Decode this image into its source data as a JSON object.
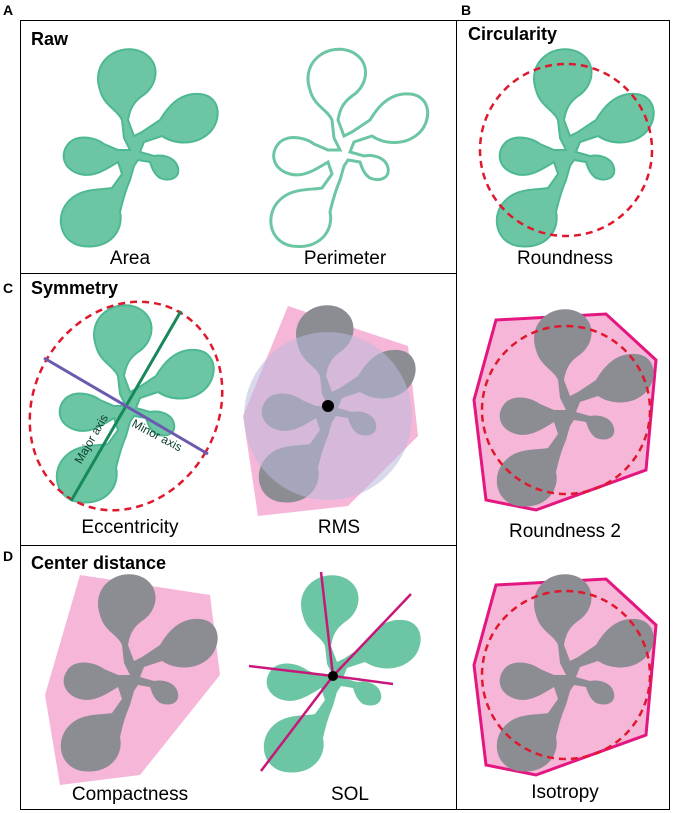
{
  "panel_letters": {
    "a": "A",
    "b": "B",
    "c": "C",
    "d": "D"
  },
  "sections": {
    "raw": {
      "title": "Raw",
      "captions": [
        "Area",
        "Perimeter"
      ]
    },
    "circularity": {
      "title": "Circularity",
      "captions": [
        "Roundness",
        "Roundness 2",
        "Isotropy"
      ]
    },
    "symmetry": {
      "title": "Symmetry",
      "captions": [
        "Eccentricity",
        "RMS"
      ],
      "axis_labels": [
        "Major axis",
        "Minor axis"
      ]
    },
    "center_distance": {
      "title": "Center distance",
      "captions": [
        "Compactness",
        "SOL"
      ]
    }
  },
  "colors": {
    "plant_fill": "#6cc6a4",
    "plant_stroke": "#4db892",
    "hull_fill": "#f6b6d8",
    "hull_stroke": "#e4167f",
    "circle_dash": "#e0182d",
    "major_axis": "#17885a",
    "minor_axis": "#6b5bb0",
    "gray_plant": "#8c8c93",
    "rms_circle": "#b9b9dd",
    "sol_line": "#c8177a"
  }
}
